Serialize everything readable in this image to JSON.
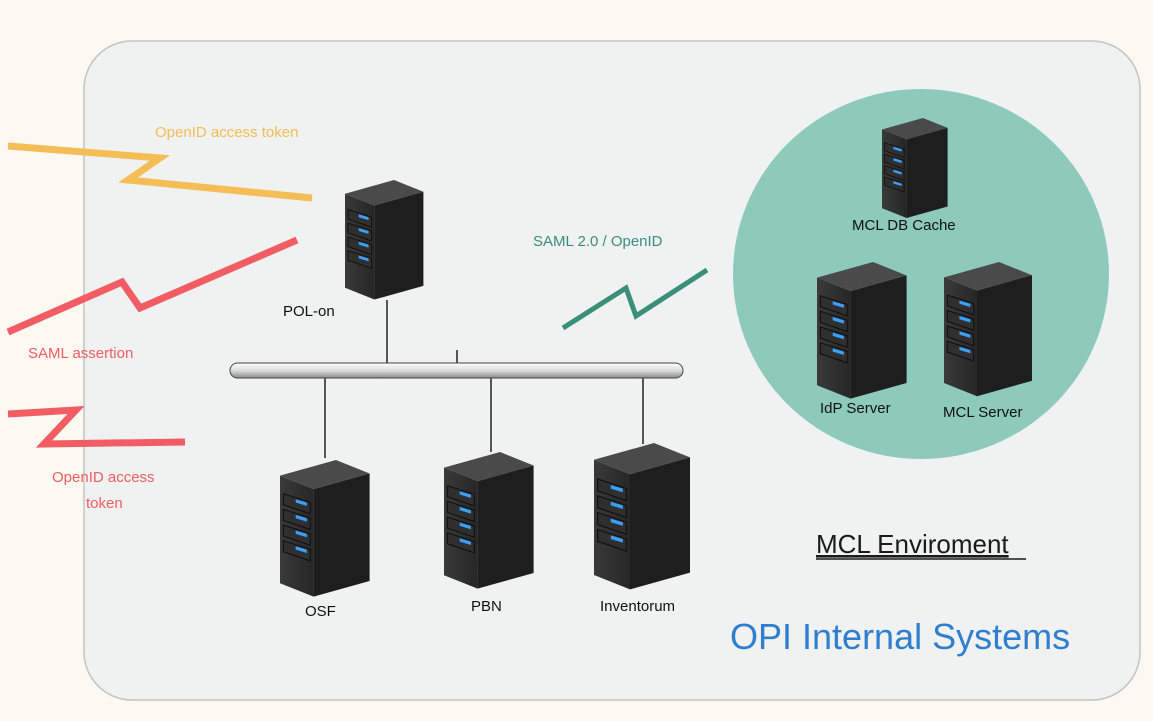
{
  "colors": {
    "page_background": "#fdf9f2",
    "panel_background": "#f0f1f1",
    "panel_border": "#bfc6c4",
    "mcl_circle": "#8dcab8",
    "openid_orange": "#f4bd55",
    "saml_red": "#f25c63",
    "saml_green": "#3a8f7b",
    "title_blue": "#2f7fd0",
    "server_body": "#2b2b2b",
    "server_led": "#3aa0ff"
  },
  "panel": {
    "title": "OPI Internal Systems"
  },
  "mcl_environment": {
    "title": "MCL Enviroment",
    "servers": [
      {
        "label": "MCL DB Cache",
        "icon": "server-icon"
      },
      {
        "label": "IdP Server",
        "icon": "server-icon"
      },
      {
        "label": "MCL Server",
        "icon": "server-icon"
      }
    ]
  },
  "gateway": {
    "label": "POL-on",
    "icon": "server-icon"
  },
  "internal_servers": [
    {
      "label": "OSF",
      "icon": "server-icon"
    },
    {
      "label": "PBN",
      "icon": "server-icon"
    },
    {
      "label": "Inventorum",
      "icon": "server-icon"
    }
  ],
  "connections": {
    "openid_top": "OpenID access token",
    "saml_assertion": "SAML assertion",
    "openid_bottom_line1": "OpenID access",
    "openid_bottom_line2": "token",
    "saml_openid": "SAML 2.0 / OpenID"
  }
}
